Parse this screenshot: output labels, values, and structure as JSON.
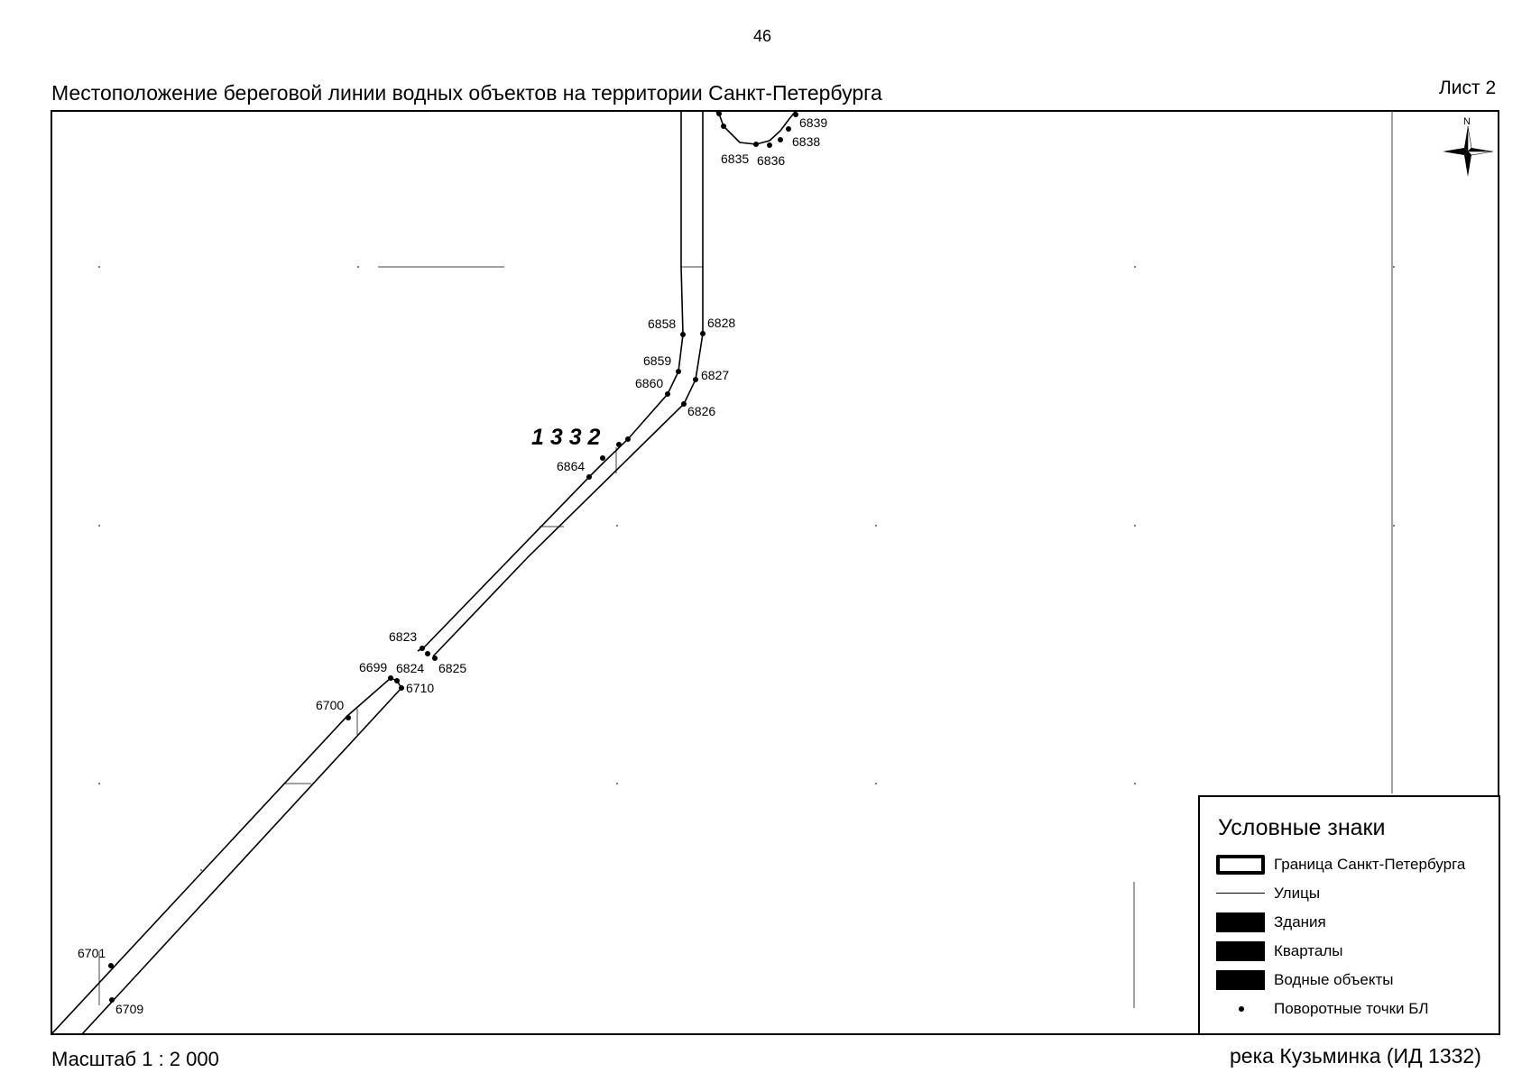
{
  "page": {
    "number": "46",
    "title": "Местоположение береговой линии водных объектов на территории Санкт-Петербурга",
    "sheet": "Лист 2",
    "scale": "Масштаб 1 : 2 000",
    "river": "река Кузьминка (ИД 1332)"
  },
  "map": {
    "object_id_label": "1 3 3 2",
    "north_label": "N",
    "point_labels": {
      "p6839": "6839",
      "p6838": "6838",
      "p6835": "6835",
      "p6836": "6836",
      "p6858": "6858",
      "p6828": "6828",
      "p6859": "6859",
      "p6827": "6827",
      "p6860": "6860",
      "p6826": "6826",
      "p6864": "6864",
      "p6823": "6823",
      "p6699": "6699",
      "p6824": "6824",
      "p6825": "6825",
      "p6710": "6710",
      "p6700": "6700",
      "p6701": "6701",
      "p6709": "6709"
    }
  },
  "legend": {
    "title": "Условные знаки",
    "items": [
      {
        "label": "Граница Санкт-Петербурга",
        "symbol": "boundary-outline"
      },
      {
        "label": "Улицы",
        "symbol": "thin-line"
      },
      {
        "label": "Здания",
        "symbol": "filled-box"
      },
      {
        "label": "Кварталы",
        "symbol": "filled-box"
      },
      {
        "label": "Водные объекты",
        "symbol": "filled-box"
      },
      {
        "label": "Поворотные точки БЛ",
        "symbol": "dot"
      }
    ]
  }
}
